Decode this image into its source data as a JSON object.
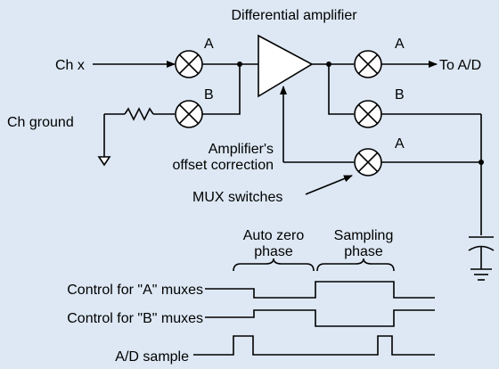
{
  "colors": {
    "background": "#dde8f4",
    "line": "#000000"
  },
  "labels": {
    "title": "Differential amplifier",
    "ch_x": "Ch x",
    "ch_ground": "Ch ground",
    "to_ad": "To A/D",
    "offset_line1": "Amplifier's",
    "offset_line2": "offset correction",
    "mux_switches": "MUX switches",
    "switch_a": "A",
    "switch_b": "B",
    "auto_zero_line1": "Auto zero",
    "auto_zero_line2": "phase",
    "sampling_line1": "Sampling",
    "sampling_line2": "phase"
  },
  "timing": {
    "control_a": "Control for \"A\" muxes",
    "control_b": "Control for \"B\" muxes",
    "ad_sample": "A/D sample"
  }
}
